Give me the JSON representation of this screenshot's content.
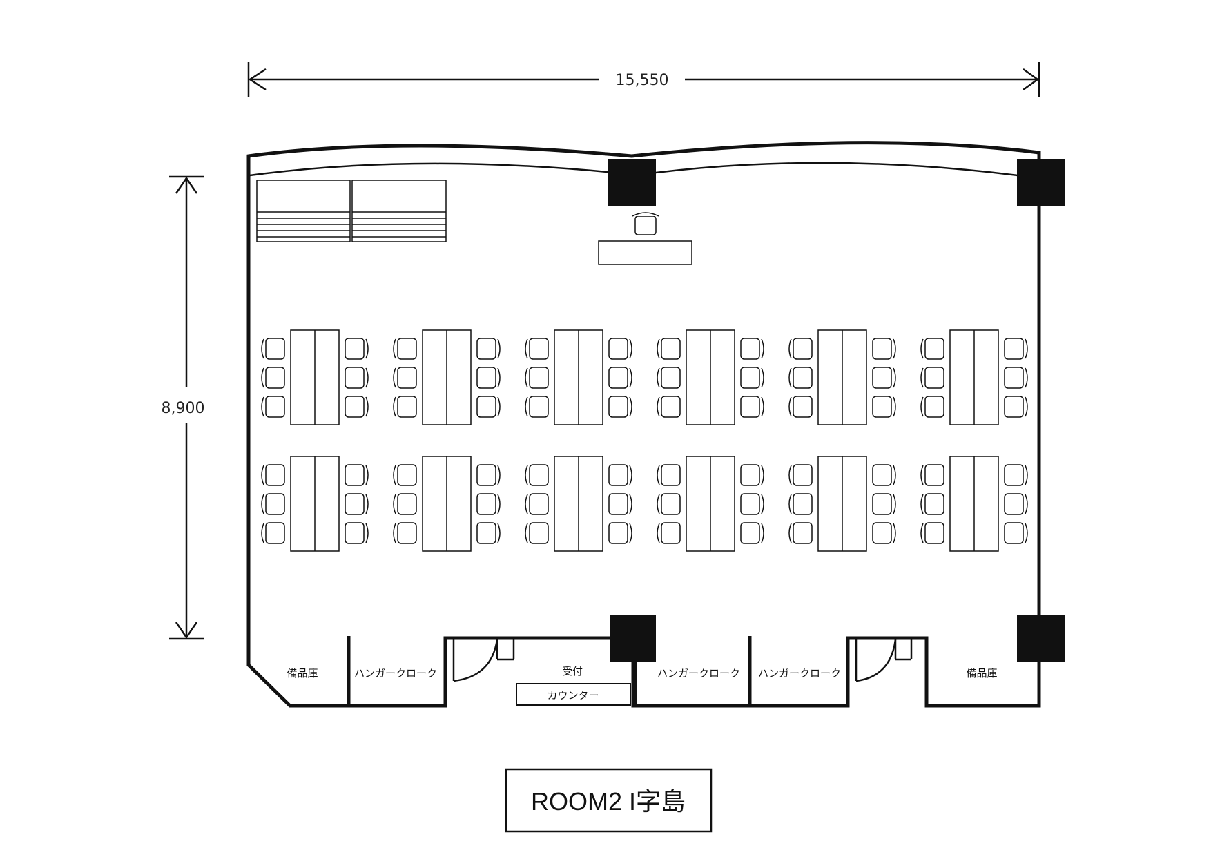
{
  "dimensions": {
    "width_label": "15,550",
    "height_label": "8,900"
  },
  "rooms": {
    "storage_left": "備品庫",
    "cloak_1": "ハンガークローク",
    "reception": "受付",
    "counter": "カウンター",
    "cloak_2": "ハンガークローク",
    "cloak_3": "ハンガークローク",
    "storage_right": "備品庫"
  },
  "title": "ROOM2 I字島",
  "layout": {
    "table_columns": 6,
    "table_rows": 2,
    "chairs_per_side": 3
  },
  "colors": {
    "line": "#111111",
    "pillar": "#111111",
    "background": "#ffffff"
  }
}
